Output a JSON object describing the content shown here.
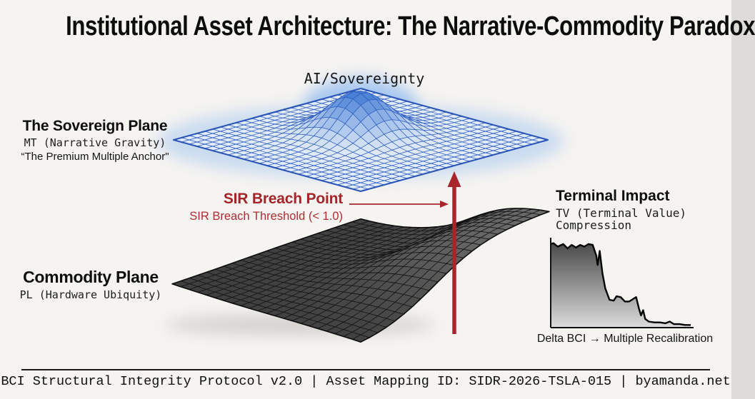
{
  "title": "Institutional Asset Architecture: The Narrative-Commodity Paradox",
  "sovereign_plane": {
    "peak_label": "AI/Sovereignty",
    "name": "The Sovereign Plane",
    "code": "MT (Narrative Gravity)",
    "quote": "“The Premium Multiple Anchor\"",
    "mesh_stroke": "#2e5cc2",
    "mesh_fill_low": "#e2ecf9",
    "mesh_fill_high": "#3d78d2",
    "border": "#2b55b6",
    "glow": "#9cc2f0"
  },
  "breach": {
    "name": "SIR Breach Point",
    "threshold": "SIR Breach Threshold (< 1.0)",
    "arrow_color": "#a8262b"
  },
  "commodity_plane": {
    "name": "Commodity Plane",
    "code": "PL (Hardware Ubiquity)",
    "mesh_stroke": "#161616",
    "mesh_fill_low": "#3f3f3f",
    "mesh_fill_high": "#6f6f6f",
    "border": "#0c0c0c"
  },
  "terminal_impact": {
    "name": "Terminal Impact",
    "code": "TV (Terminal Value)",
    "code2": "Compression",
    "caption": "Delta BCI → Multiple Recalibration"
  },
  "footer": {
    "text": "BCI Structural Integrity Protocol v2.0 | Asset Mapping ID: SIDR-2026-TSLA-015 | byamanda.net"
  },
  "chart_data": [
    {
      "type": "surface",
      "title": "The Sovereign Plane",
      "peak_label": "AI/Sovereignty",
      "description": "Light blue isometric wireframe plane with a central Gaussian peak"
    },
    {
      "type": "surface",
      "title": "Commodity Plane",
      "description": "Dark gray isometric wireframe plane rising steeply toward the right rear"
    },
    {
      "type": "area",
      "title": "TV (Terminal Value) Compression",
      "caption": "Delta BCI → Multiple Recalibration",
      "xlabel": "",
      "ylabel": "",
      "x_range": [
        0,
        1
      ],
      "y_range": [
        0,
        1
      ],
      "grid": false,
      "stroke": "#050505",
      "fill_gradient": [
        "#454545",
        "#dcdcdc"
      ],
      "points": [
        [
          0,
          0.96
        ],
        [
          0.02,
          0.97
        ],
        [
          0.05,
          0.93
        ],
        [
          0.09,
          0.96
        ],
        [
          0.12,
          0.91
        ],
        [
          0.15,
          0.95
        ],
        [
          0.18,
          0.92
        ],
        [
          0.21,
          0.95
        ],
        [
          0.24,
          0.93
        ],
        [
          0.27,
          0.96
        ],
        [
          0.3,
          0.95
        ],
        [
          0.325,
          0.83
        ],
        [
          0.335,
          0.72
        ],
        [
          0.35,
          0.88
        ],
        [
          0.37,
          0.62
        ],
        [
          0.39,
          0.45
        ],
        [
          0.42,
          0.32
        ],
        [
          0.45,
          0.31
        ],
        [
          0.47,
          0.36
        ],
        [
          0.5,
          0.35
        ],
        [
          0.53,
          0.3
        ],
        [
          0.56,
          0.3
        ],
        [
          0.59,
          0.33
        ],
        [
          0.61,
          0.35
        ],
        [
          0.63,
          0.22
        ],
        [
          0.645,
          0.14
        ],
        [
          0.66,
          0.2
        ],
        [
          0.675,
          0.1
        ],
        [
          0.7,
          0.07
        ],
        [
          0.74,
          0.06
        ],
        [
          0.78,
          0.06
        ],
        [
          0.82,
          0.05
        ],
        [
          0.85,
          0.07
        ],
        [
          0.88,
          0.04
        ],
        [
          0.92,
          0.04
        ],
        [
          0.96,
          0.03
        ],
        [
          1,
          0.03
        ]
      ]
    }
  ]
}
